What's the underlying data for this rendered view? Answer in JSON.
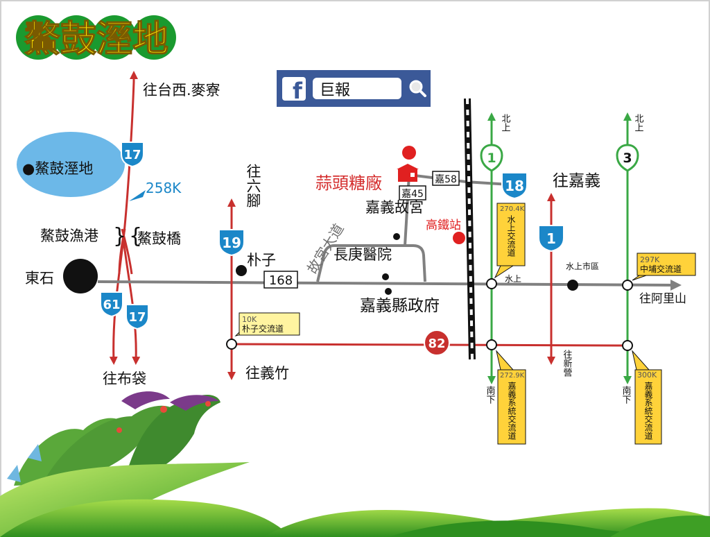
{
  "title": "鰲鼓溼地",
  "search": {
    "label": "巨報"
  },
  "places": {
    "wetland": "●鰲鼓溼地",
    "to_taixi": "往台西.麥寮",
    "to_liujiao": "往六腳",
    "to_budai": "往布袋",
    "to_yizhu": "往義竹",
    "to_chiayi": "往嘉義",
    "to_alishan": "往阿里山",
    "dongshi": "東石",
    "fishing_port": "鰲鼓漁港",
    "bridge": "鰲鼓橋",
    "puzi": "朴子",
    "garlic_sugar_factory": "蒜頭糖廠",
    "palace_museum": "嘉義故宮",
    "avenue": "故宮大道",
    "hospital": "長庚醫院",
    "county_gov": "嘉義縣政府",
    "hsr_station": "高鐵站",
    "shuishang_market": "水上市區",
    "shuishang": "水上",
    "north_up_1": "北上",
    "north_up_3": "北上",
    "south_down_1": "南下",
    "south_down_3": "南下",
    "to_xinying": "往新營"
  },
  "routes": {
    "r17_top": "17",
    "r17_bottom": "17",
    "r61": "61",
    "r19": "19",
    "r18": "18",
    "r1": "1",
    "fwy1": "1",
    "fwy3": "3",
    "r82": "82",
    "county168": "168",
    "local58": "嘉58",
    "local45": "嘉45",
    "km258": "258K"
  },
  "callouts": {
    "puzi_ic_km": "10K",
    "puzi_ic_name": "朴子交流道",
    "shuishang_ic_km": "270.4K",
    "shuishang_ic_name": "水上交流道",
    "zhongpu_ic_km": "297K",
    "zhongpu_ic_name": "中埔交流道",
    "chiayi_sys_1_km": "272.9K",
    "chiayi_sys_1_name": "嘉義系統交流道",
    "chiayi_sys_3_km": "300K",
    "chiayi_sys_3_name": "嘉義系統交流道"
  },
  "colors": {
    "title_green": "#1a9a2f",
    "title_yellow": "#ffe400",
    "road_red": "#c8302e",
    "road_gray": "#808080",
    "fwy_green": "#3aa845",
    "route_blue": "#1b87c8",
    "wetland_blue": "#6cb8e8",
    "callout_yellow": "#fff4a0",
    "fb_blue": "#3b5998"
  }
}
